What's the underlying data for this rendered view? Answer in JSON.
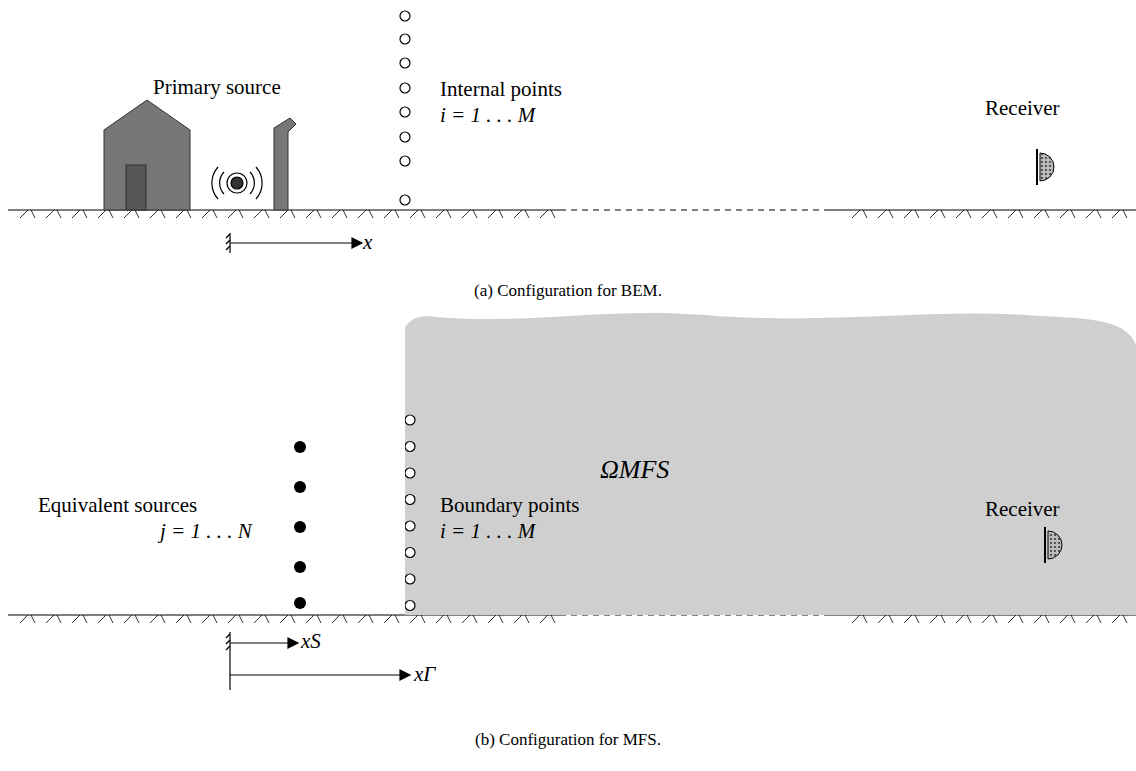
{
  "diagram": {
    "nodes": [
      {
        "text": [
          "ΩMFS"
        ]
      }
    ],
    "labels": [
      "Primary source",
      "Internal points",
      "i = 1 . . . M",
      "Receiver",
      "x",
      "(a) Configuration for BEM.",
      "Equivalent sources",
      "j = 1 . . . N",
      "Boundary points",
      "i = 1 . . . M",
      "Receiver",
      "xS",
      "xΓ",
      "(b) Configuration for MFS."
    ]
  }
}
